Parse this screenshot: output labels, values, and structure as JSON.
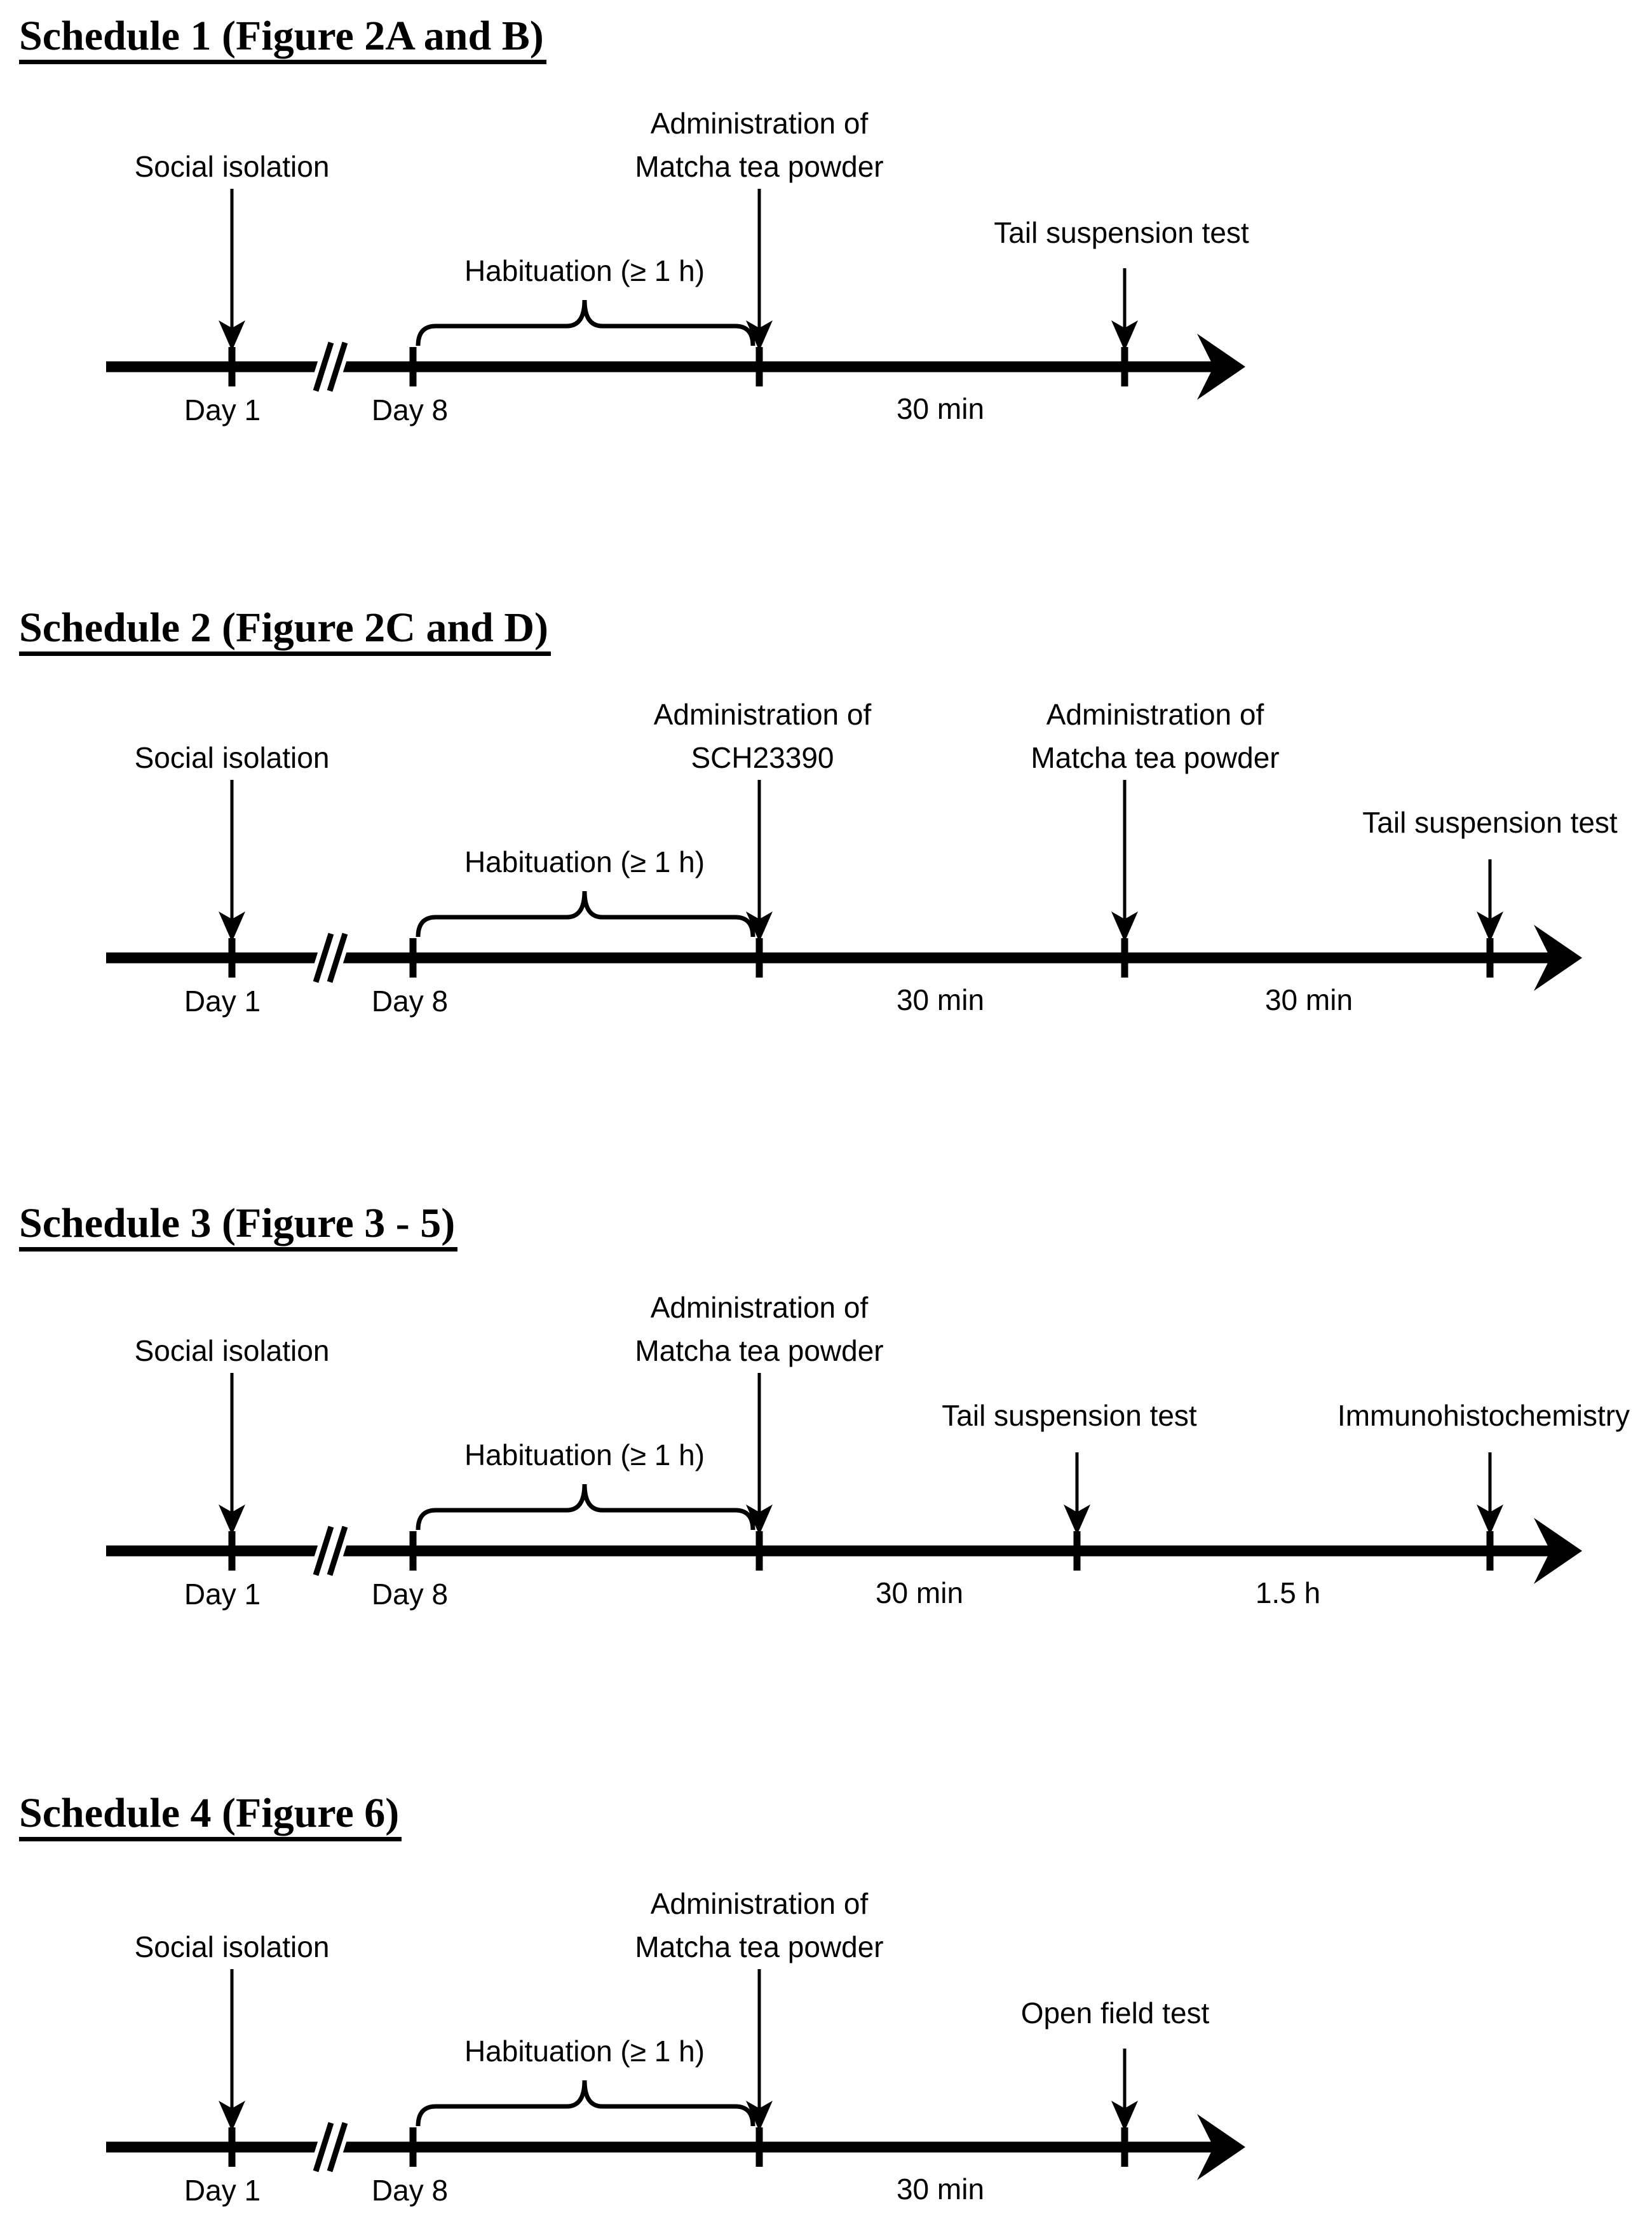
{
  "colors": {
    "ink": "#000000",
    "background": "#ffffff"
  },
  "schedules": [
    {
      "title": "Schedule 1 (Figure 2A and B)",
      "social_isolation": "Social isolation",
      "admin_line1": "Administration of",
      "admin_line2": "Matcha tea powder",
      "event2": "Tail suspension test",
      "habituation": "Habituation (≥ 1 h)",
      "day1": "Day 1",
      "day8": "Day 8",
      "interval1": "30 min"
    },
    {
      "title": "Schedule 2 (Figure 2C and D)",
      "social_isolation": "Social isolation",
      "admin1_line1": "Administration of",
      "admin1_line2": "SCH23390",
      "admin2_line1": "Administration of",
      "admin2_line2": "Matcha tea powder",
      "event3": "Tail suspension test",
      "habituation": "Habituation (≥ 1 h)",
      "day1": "Day 1",
      "day8": "Day 8",
      "interval1": "30 min",
      "interval2": "30 min"
    },
    {
      "title": "Schedule 3 (Figure 3 - 5)",
      "social_isolation": "Social isolation",
      "admin_line1": "Administration of",
      "admin_line2": "Matcha tea powder",
      "event2": "Tail suspension test",
      "event3": "Immunohistochemistry",
      "habituation": "Habituation (≥ 1 h)",
      "day1": "Day 1",
      "day8": "Day 8",
      "interval1": "30 min",
      "interval2": "1.5 h"
    },
    {
      "title": "Schedule 4 (Figure 6)",
      "social_isolation": "Social isolation",
      "admin_line1": "Administration of",
      "admin_line2": "Matcha tea powder",
      "event2": "Open field test",
      "habituation": "Habituation (≥ 1 h)",
      "day1": "Day 1",
      "day8": "Day 8",
      "interval1": "30 min"
    }
  ]
}
